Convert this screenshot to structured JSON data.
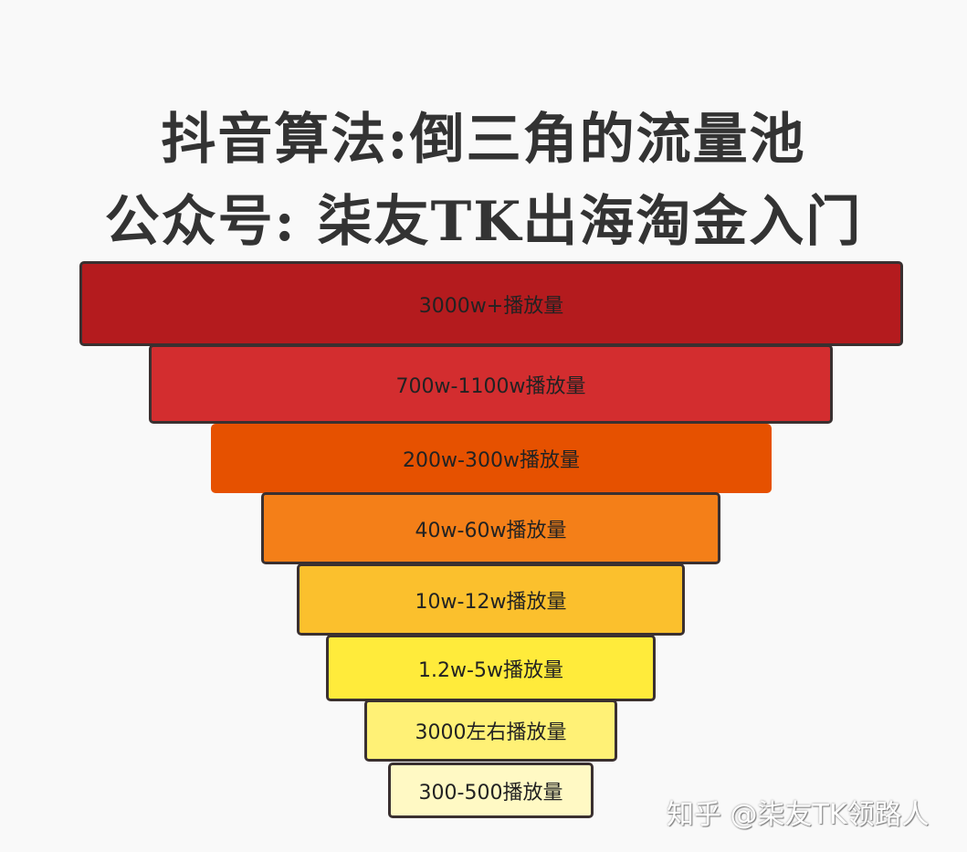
{
  "title": {
    "line1": "抖音算法:倒三角的流量池",
    "line2": "公众号: 柒友TK出海淘金入门"
  },
  "funnel": [
    {
      "label": "3000w+播放量",
      "color": "#b41b1e"
    },
    {
      "label": "700w-1100w播放量",
      "color": "#d32d2f"
    },
    {
      "label": "200w-300w播放量",
      "color": "#e65100"
    },
    {
      "label": "40w-60w播放量",
      "color": "#f47f18"
    },
    {
      "label": "10w-12w播放量",
      "color": "#fbc02d"
    },
    {
      "label": "1.2w-5w播放量",
      "color": "#ffeb3b"
    },
    {
      "label": "3000左右播放量",
      "color": "#fff176"
    },
    {
      "label": "300-500播放量",
      "color": "#fff9c4"
    }
  ],
  "watermark": "知乎 @柒友TK领路人"
}
